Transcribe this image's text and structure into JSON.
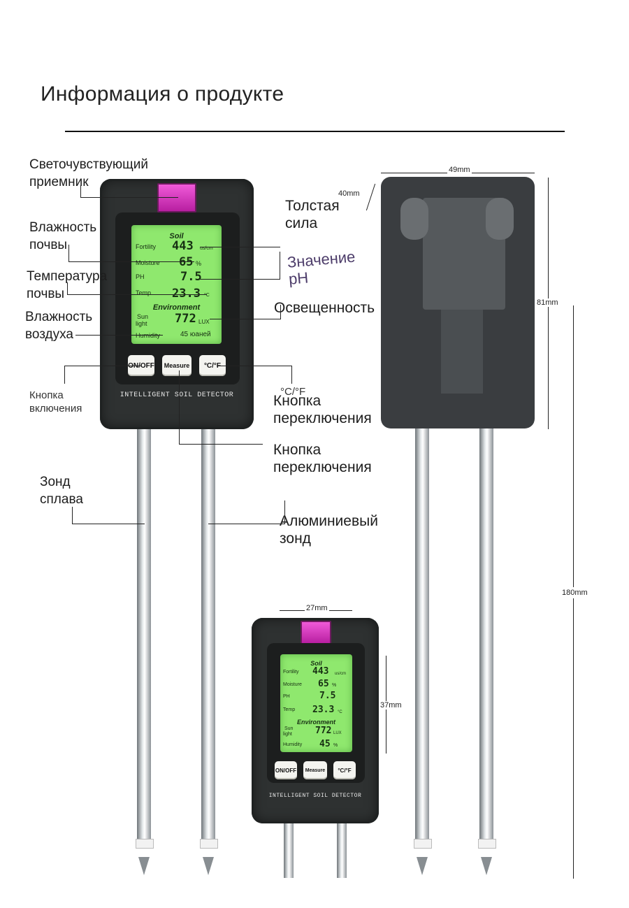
{
  "header": {
    "title": "Информация о продукте"
  },
  "labels": {
    "light_receiver": "Светочувствующий приемник",
    "soil_moisture": "Влажность почвы",
    "soil_temperature": "Температура почвы",
    "air_humidity": "Влажность воздуха",
    "power_button": "Кнопка включения",
    "alloy_probe": "Зонд сплава",
    "thick_force": "Толстая сила",
    "ph_value": "Значение pH",
    "illumination": "Освещенность",
    "unit_symbol": "°C/°F",
    "switch_button_1": "Кнопка переключения",
    "switch_button_2": "Кнопка переключения",
    "aluminum_probe": "Алюминиевый зонд"
  },
  "dimensions": {
    "back_width": "49mm",
    "back_depth": "40mm",
    "back_height": "81mm",
    "total_length": "180mm",
    "screen_width": "27mm",
    "screen_height": "37mm"
  },
  "device": {
    "brand": "INTELLIGENT SOIL DETECTOR",
    "buttons": {
      "power": "ON/OFF",
      "measure": "Measure",
      "unit": "°C/°F"
    },
    "lcd": {
      "soil_caption": "Soil",
      "env_caption": "Environment",
      "fertility_label": "Fortility",
      "fertility_value": "443",
      "fertility_unit": "us/cm",
      "moisture_label": "Moisture",
      "moisture_value": "65",
      "moisture_unit": "%",
      "ph_label": "PH",
      "ph_value": "7.5",
      "temp_label": "Temp",
      "temp_value": "23.3",
      "temp_unit": "°C",
      "sun_label_1": "Sun",
      "sun_label_2": "light",
      "sun_value": "772",
      "sun_unit": "LUX",
      "humidity_label": "Humidity",
      "humidity_value_main": "45 юаней",
      "humidity_value_small": "45",
      "humidity_unit_small": "%"
    }
  },
  "colors": {
    "lcd": "#8fe86e",
    "body": "#2e3131",
    "sensor": "#e044c8",
    "ph_note": "#4d3d6a"
  }
}
